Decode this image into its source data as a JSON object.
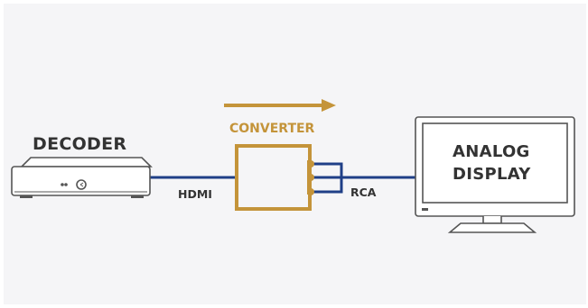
{
  "labels": {
    "decoder": "DECODER",
    "converter": "CONVERTER",
    "display_line1": "ANALOG",
    "display_line2": "DISPLAY",
    "hdmi": "HDMI",
    "rca": "RCA"
  },
  "colors": {
    "background": "#f5f5f7",
    "cable": "#1f3f87",
    "converter": "#c4943a",
    "device_stroke": "#555555",
    "text": "#333333",
    "label_converter": "#c4943a"
  },
  "icons": {
    "decoder": "set-top-box-icon",
    "converter": "converter-box-icon",
    "display": "monitor-icon",
    "arrow": "arrow-right-icon"
  }
}
